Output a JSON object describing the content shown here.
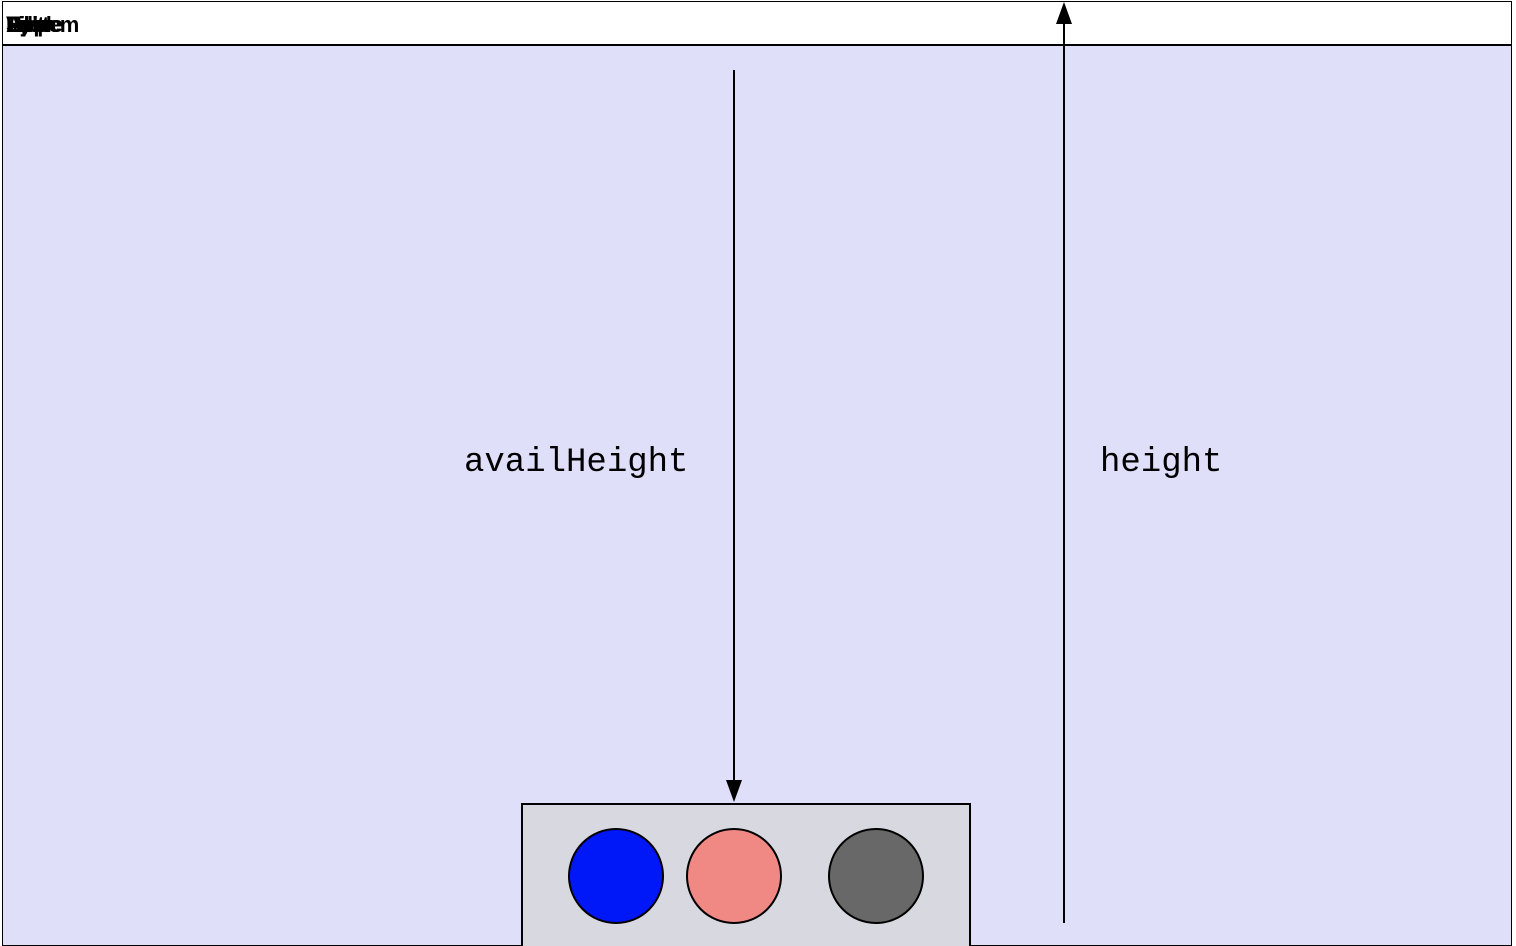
{
  "top_bar": {
    "overlapping_labels": [
      "System",
      "Edit",
      "View",
      "Help",
      "Apple",
      "File"
    ]
  },
  "labels": {
    "avail_height": "availHeight",
    "height": "height"
  },
  "dock": {
    "dots": [
      {
        "name": "blue-dot",
        "color": "#0018f8"
      },
      {
        "name": "pink-dot",
        "color": "#f08884"
      },
      {
        "name": "gray-dot",
        "color": "#686868"
      }
    ]
  },
  "colors": {
    "screen_background": "#dfdff9",
    "dock_background": "#d8d8e0",
    "arrow": "#000000"
  }
}
